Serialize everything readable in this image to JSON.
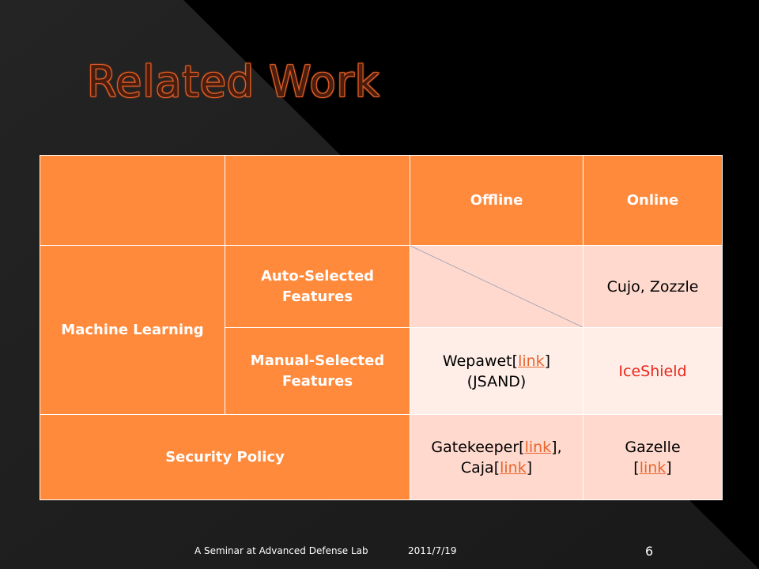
{
  "slide": {
    "title": "Related Work",
    "footer_seminar": "A Seminar at Advanced Defense Lab",
    "footer_date": "2011/7/19",
    "page_number": "6"
  },
  "table": {
    "header": [
      "",
      "",
      "Offline",
      "Online"
    ],
    "row_ml": "Machine Learning",
    "row_auto": "Auto-Selected Features",
    "row_manual": "Manual-Selected Features",
    "row_policy": "Security Policy",
    "auto_online": "Cujo, Zozzle",
    "manual_offline_pre": "Wepawet[",
    "manual_offline_link": "link",
    "manual_offline_post": "]",
    "manual_offline_line2": "(JSAND)",
    "manual_online": "IceShield",
    "policy_offline_pre1": "Gatekeeper[",
    "policy_offline_link1": "link",
    "policy_offline_post1": "],",
    "policy_offline_pre2": "Caja[",
    "policy_offline_link2": "link",
    "policy_offline_post2": "]",
    "policy_online_line1": "Gazelle",
    "policy_online_pre": "[",
    "policy_online_link": "link",
    "policy_online_post": "]"
  },
  "colors": {
    "header_orange": "#ff8a3c",
    "cell_dark": "#ffd9cd",
    "cell_light": "#ffeee8",
    "title_orange": "#e8652d",
    "accent_red": "#e8281c"
  }
}
